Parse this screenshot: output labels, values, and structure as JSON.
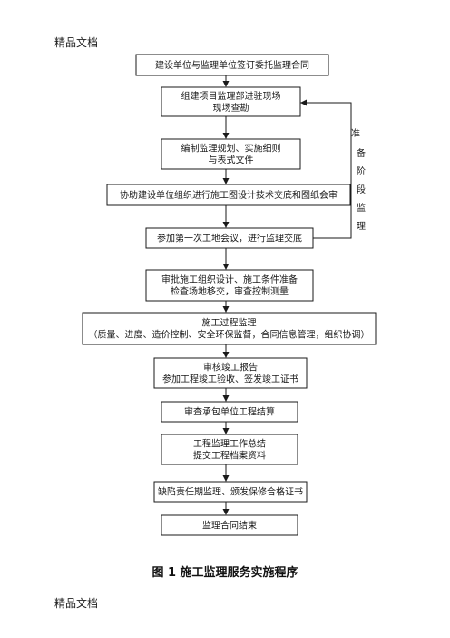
{
  "header_note": "精品文档",
  "footer_note": "精品文档",
  "caption": "图 1 施工监理服务实施程序",
  "side_label": [
    "准",
    "备",
    "阶",
    "段",
    "监",
    "理"
  ],
  "steps": [
    {
      "lines": [
        "建设单位与监理单位签订委托监理合同"
      ]
    },
    {
      "lines": [
        "组建项目监理部进驻现场",
        "现场查勘"
      ]
    },
    {
      "lines": [
        "编制监理规划、实施细则",
        "与表式文件"
      ]
    },
    {
      "lines": [
        "协助建设单位组织进行施工图设计技术交底和图纸会审"
      ]
    },
    {
      "lines": [
        "参加第一次工地会议，进行监理交底"
      ]
    },
    {
      "lines": [
        "审批施工组织设计、施工条件准备",
        "检查场地移交，审查控制测量"
      ]
    },
    {
      "lines": [
        "施工过程监理",
        "（质量、进度、造价控制、安全环保监督，合同信息管理，组织协调）"
      ]
    },
    {
      "lines": [
        "审核竣工报告",
        "参加工程竣工验收、签发竣工证书"
      ]
    },
    {
      "lines": [
        "审查承包单位工程结算"
      ]
    },
    {
      "lines": [
        "工程监理工作总结",
        "提交工程档案资料"
      ]
    },
    {
      "lines": [
        "缺陷责任期监理、颁发保修合格证书"
      ]
    },
    {
      "lines": [
        "监理合同结束"
      ]
    }
  ]
}
